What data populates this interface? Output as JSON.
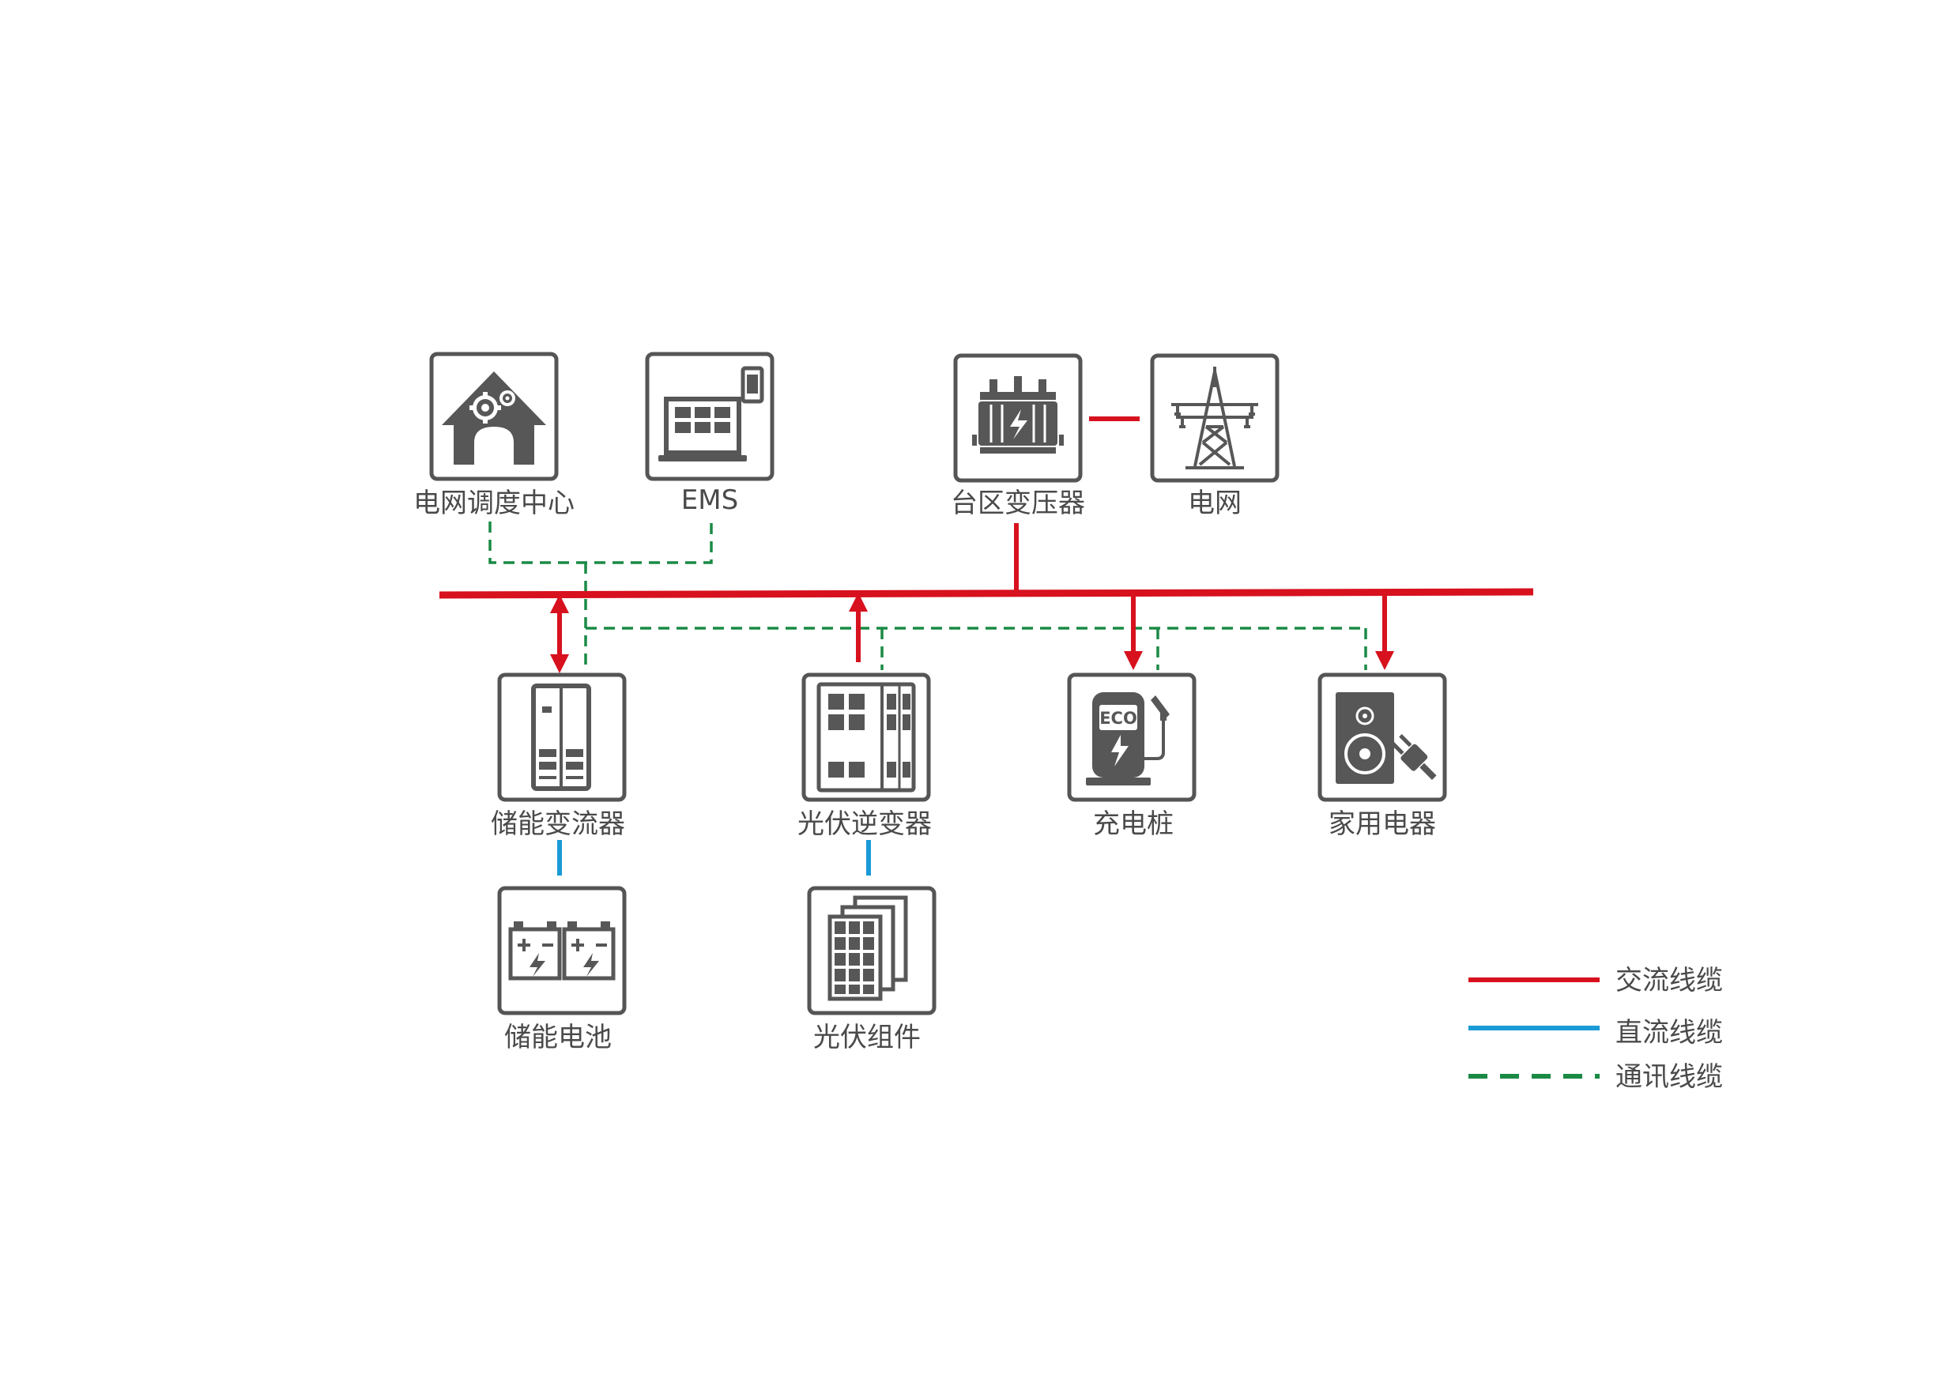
{
  "nodes": {
    "dispatch": {
      "label": "电网调度中心",
      "icon": "dispatch-center-house-gears-icon"
    },
    "ems": {
      "label": "EMS",
      "icon": "laptop-phone-icon"
    },
    "transformer": {
      "label": "台区变压器",
      "icon": "transformer-icon"
    },
    "grid": {
      "label": "电网",
      "icon": "transmission-tower-icon"
    },
    "pcs": {
      "label": "储能变流器",
      "icon": "cabinet-converter-icon"
    },
    "pv_inverter": {
      "label": "光伏逆变器",
      "icon": "inverter-cabinet-icon"
    },
    "charger": {
      "label": "充电桩",
      "icon": "ev-charger-eco-icon",
      "badge": "ECO"
    },
    "appliance": {
      "label": "家用电器",
      "icon": "speaker-plug-icon"
    },
    "battery": {
      "label": "储能电池",
      "icon": "battery-pair-icon"
    },
    "pv_module": {
      "label": "光伏组件",
      "icon": "solar-panels-icon"
    }
  },
  "legend": [
    {
      "label": "交流线缆",
      "color": "#d7111e",
      "style": "solid"
    },
    {
      "label": "直流线缆",
      "color": "#1a9ad6",
      "style": "solid"
    },
    {
      "label": "通讯线缆",
      "color": "#1a8a45",
      "style": "dashed"
    }
  ],
  "colors": {
    "ac": "#d7111e",
    "dc": "#1a9ad6",
    "comm": "#1a8a45",
    "icon": "#575757",
    "text": "#4a4a4a"
  }
}
